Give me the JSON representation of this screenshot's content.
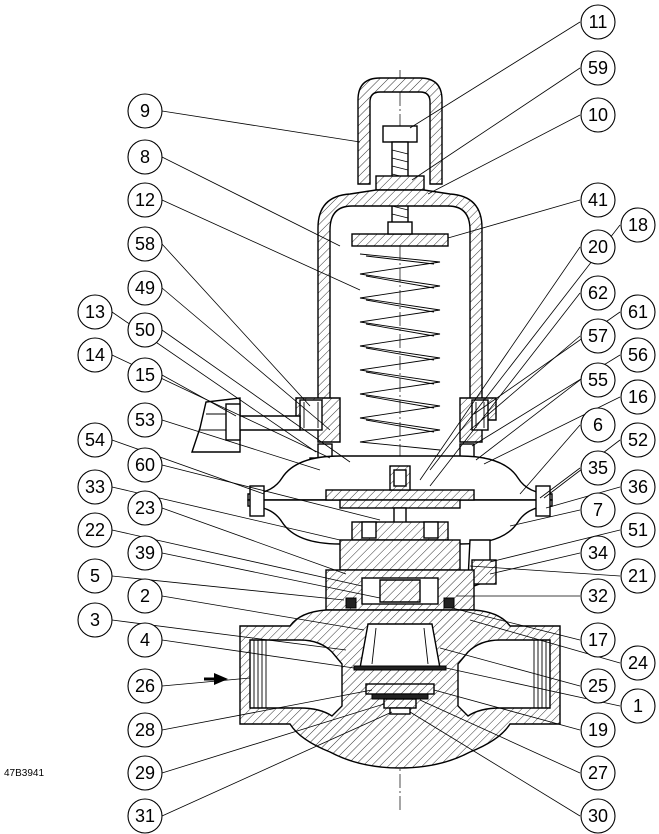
{
  "drawing_number": "47B3941",
  "callouts": {
    "right": [
      "11",
      "59",
      "10",
      "41",
      "18",
      "20",
      "62",
      "61",
      "57",
      "56",
      "55",
      "16",
      "6",
      "52",
      "35",
      "36",
      "7",
      "51",
      "34",
      "21",
      "32",
      "17",
      "24",
      "25",
      "1",
      "19",
      "27",
      "30"
    ],
    "left": [
      "9",
      "8",
      "12",
      "58",
      "49",
      "13",
      "50",
      "14",
      "15",
      "53",
      "54",
      "60",
      "33",
      "23",
      "22",
      "39",
      "5",
      "2",
      "3",
      "4",
      "26",
      "28",
      "29",
      "31"
    ]
  },
  "icons": {
    "flow_direction": "arrow-right-icon"
  }
}
